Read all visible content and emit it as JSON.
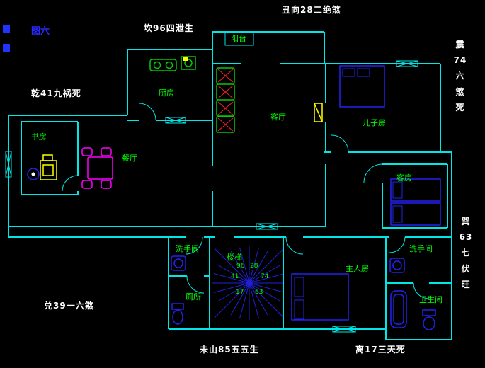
{
  "figure_label": "图六",
  "annotations": {
    "top": "丑向28二绝煞",
    "top_left": "坎96四泄生",
    "left": "乾41九祸死",
    "right_upper_vertical": "震\n74\n六\n煞\n死",
    "right_lower_vertical": "巽\n63\n七\n伏\n旺",
    "bottom_left": "兑39一六煞",
    "bottom_center": "未山85五五生",
    "bottom_right": "离17三天死"
  },
  "rooms": {
    "balcony": "阳台",
    "kitchen": "厨房",
    "living": "客厅",
    "sons_room": "儿子房",
    "dining": "餐厅",
    "study": "书房",
    "guest_room": "客房",
    "bathroom_top": "洗手间",
    "toilet": "厕所",
    "stairs": "楼梯",
    "master_room": "主人房",
    "bathroom_right": "洗手间",
    "bathroom_bottom": "卫生间"
  },
  "compass_numbers": [
    "96",
    "28",
    "41",
    "74",
    "17",
    "63"
  ],
  "colors": {
    "wall": "#00e6e6",
    "room_label": "#00ff00",
    "annotation": "#ffffff",
    "figure_label": "#2a2aff",
    "furniture_blue": "#2222ee",
    "dining_pink": "#ff00ff",
    "sofa_green": "#00cc00",
    "sofa_hatch_red": "#ff2222",
    "door_yellow": "#ffff00"
  }
}
